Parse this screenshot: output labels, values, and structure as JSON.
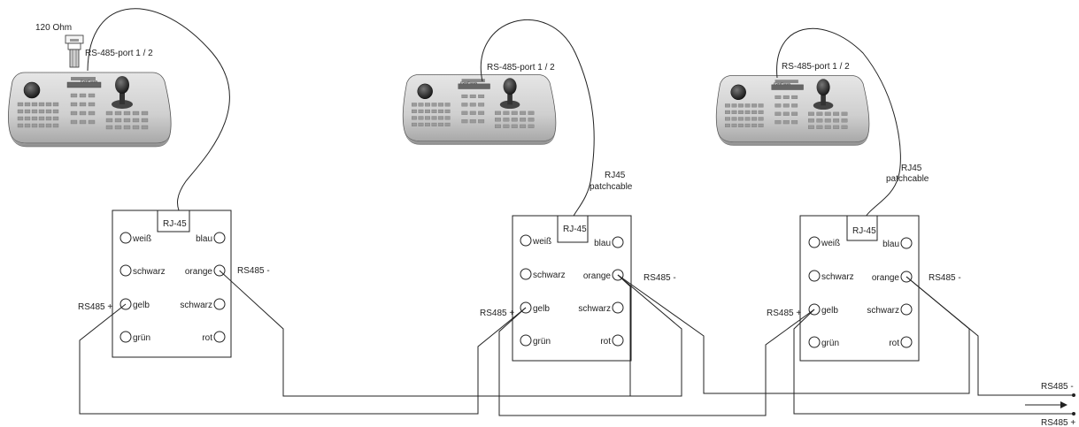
{
  "terminator_label": "120 Ohm",
  "keyboards": [
    {
      "port_label": "RS-485-port 1 / 2",
      "brand": "EverFocus"
    },
    {
      "port_label": "RS-485-port 1 / 2",
      "brand": "EverFocus"
    },
    {
      "port_label": "RS-485-port 1 / 2",
      "brand": "EverFocus"
    }
  ],
  "patch_cables": [
    {
      "line1": "RJ45",
      "line2": "patchcable"
    },
    {
      "line1": "RJ45",
      "line2": "patchcable"
    }
  ],
  "junction_boxes": [
    {
      "rj45_label": "RJ-45",
      "rs485_plus": "RS485 +",
      "rs485_minus": "RS485 -"
    },
    {
      "rj45_label": "RJ-45",
      "rs485_plus": "RS485 +",
      "rs485_minus": "RS485 -"
    },
    {
      "rj45_label": "RJ-45",
      "rs485_plus": "RS485 +",
      "rs485_minus": "RS485 -"
    }
  ],
  "terminal_labels": {
    "left": [
      "weiß",
      "schwarz",
      "gelb",
      "grün"
    ],
    "right": [
      "blau",
      "orange",
      "schwarz",
      "rot"
    ]
  },
  "bus_output": {
    "minus": "RS485 -",
    "plus": "RS485 +"
  }
}
